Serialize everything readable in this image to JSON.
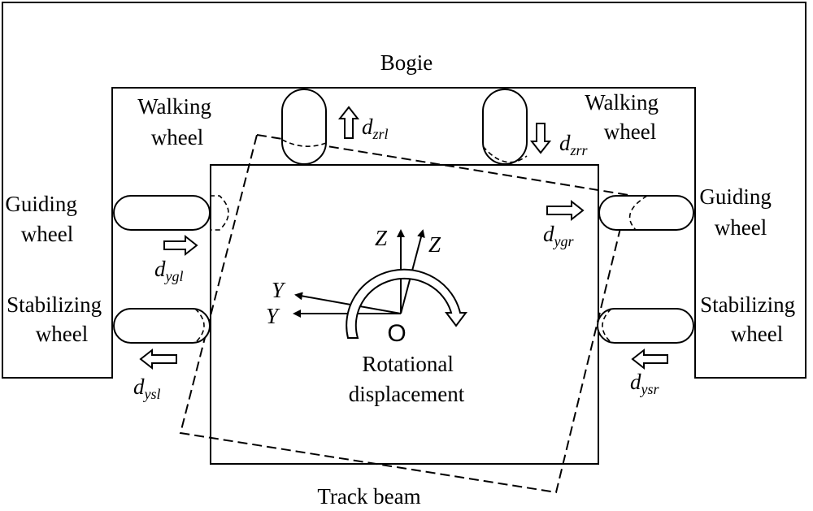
{
  "labels": {
    "bogie": "Bogie",
    "track_beam": "Track beam",
    "walking_wheel_left": [
      "Walking",
      "wheel"
    ],
    "walking_wheel_right": [
      "Walking",
      "wheel"
    ],
    "guiding_wheel_left": [
      "Guiding",
      "wheel"
    ],
    "guiding_wheel_right": [
      "Guiding",
      "wheel"
    ],
    "stabilizing_wheel_left": [
      "Stabilizing",
      "wheel"
    ],
    "stabilizing_wheel_right": [
      "Stabilizing",
      "wheel"
    ],
    "rotational": [
      "Rotational",
      "displacement"
    ],
    "origin": "O"
  },
  "axes": {
    "z1": "Z",
    "z2": "Z",
    "y1": "Y",
    "y2": "Y"
  },
  "displacements": {
    "zrl": {
      "base": "d",
      "sub": "zrl"
    },
    "zrr": {
      "base": "d",
      "sub": "zrr"
    },
    "ygl": {
      "base": "d",
      "sub": "ygl"
    },
    "ygr": {
      "base": "d",
      "sub": "ygr"
    },
    "ysl": {
      "base": "d",
      "sub": "ysl"
    },
    "ysr": {
      "base": "d",
      "sub": "ysr"
    }
  }
}
